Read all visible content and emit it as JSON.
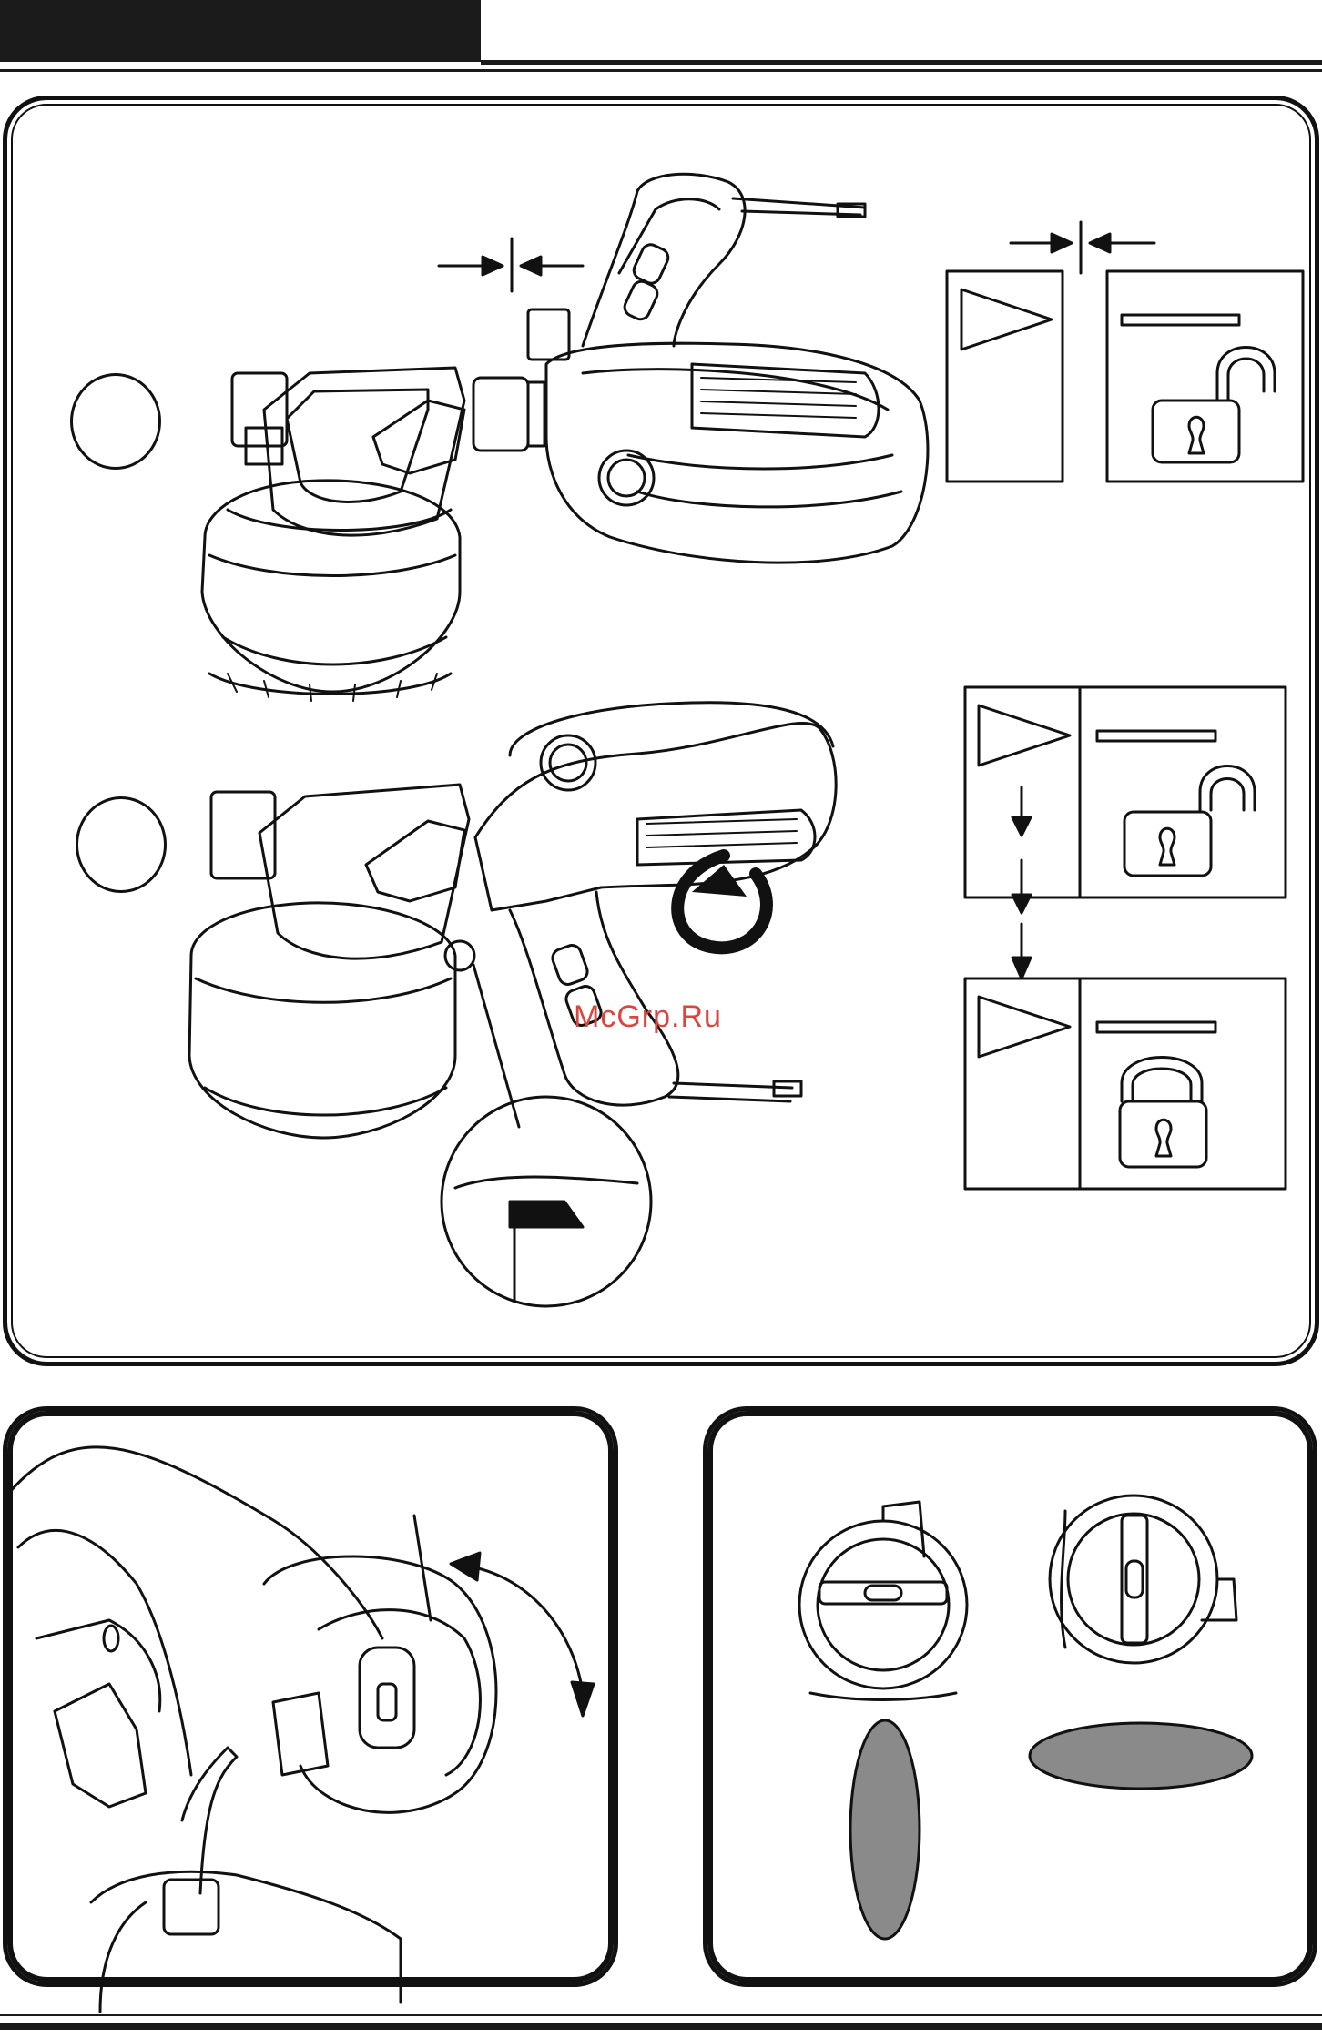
{
  "page": {
    "watermark": "McGrp.Ru"
  },
  "steps": [
    {
      "id": 1,
      "description": ""
    },
    {
      "id": 2,
      "description": ""
    }
  ],
  "icons": [
    "triangle-arrow-icon",
    "unlock-padlock-icon",
    "lock-padlock-icon",
    "rotate-arrow-icon",
    "down-arrow-icon",
    "gap-arrows-icon"
  ],
  "colors": {
    "ink": "#111111",
    "fill_grey": "#8a8a8a",
    "watermark": "#d9453f"
  }
}
